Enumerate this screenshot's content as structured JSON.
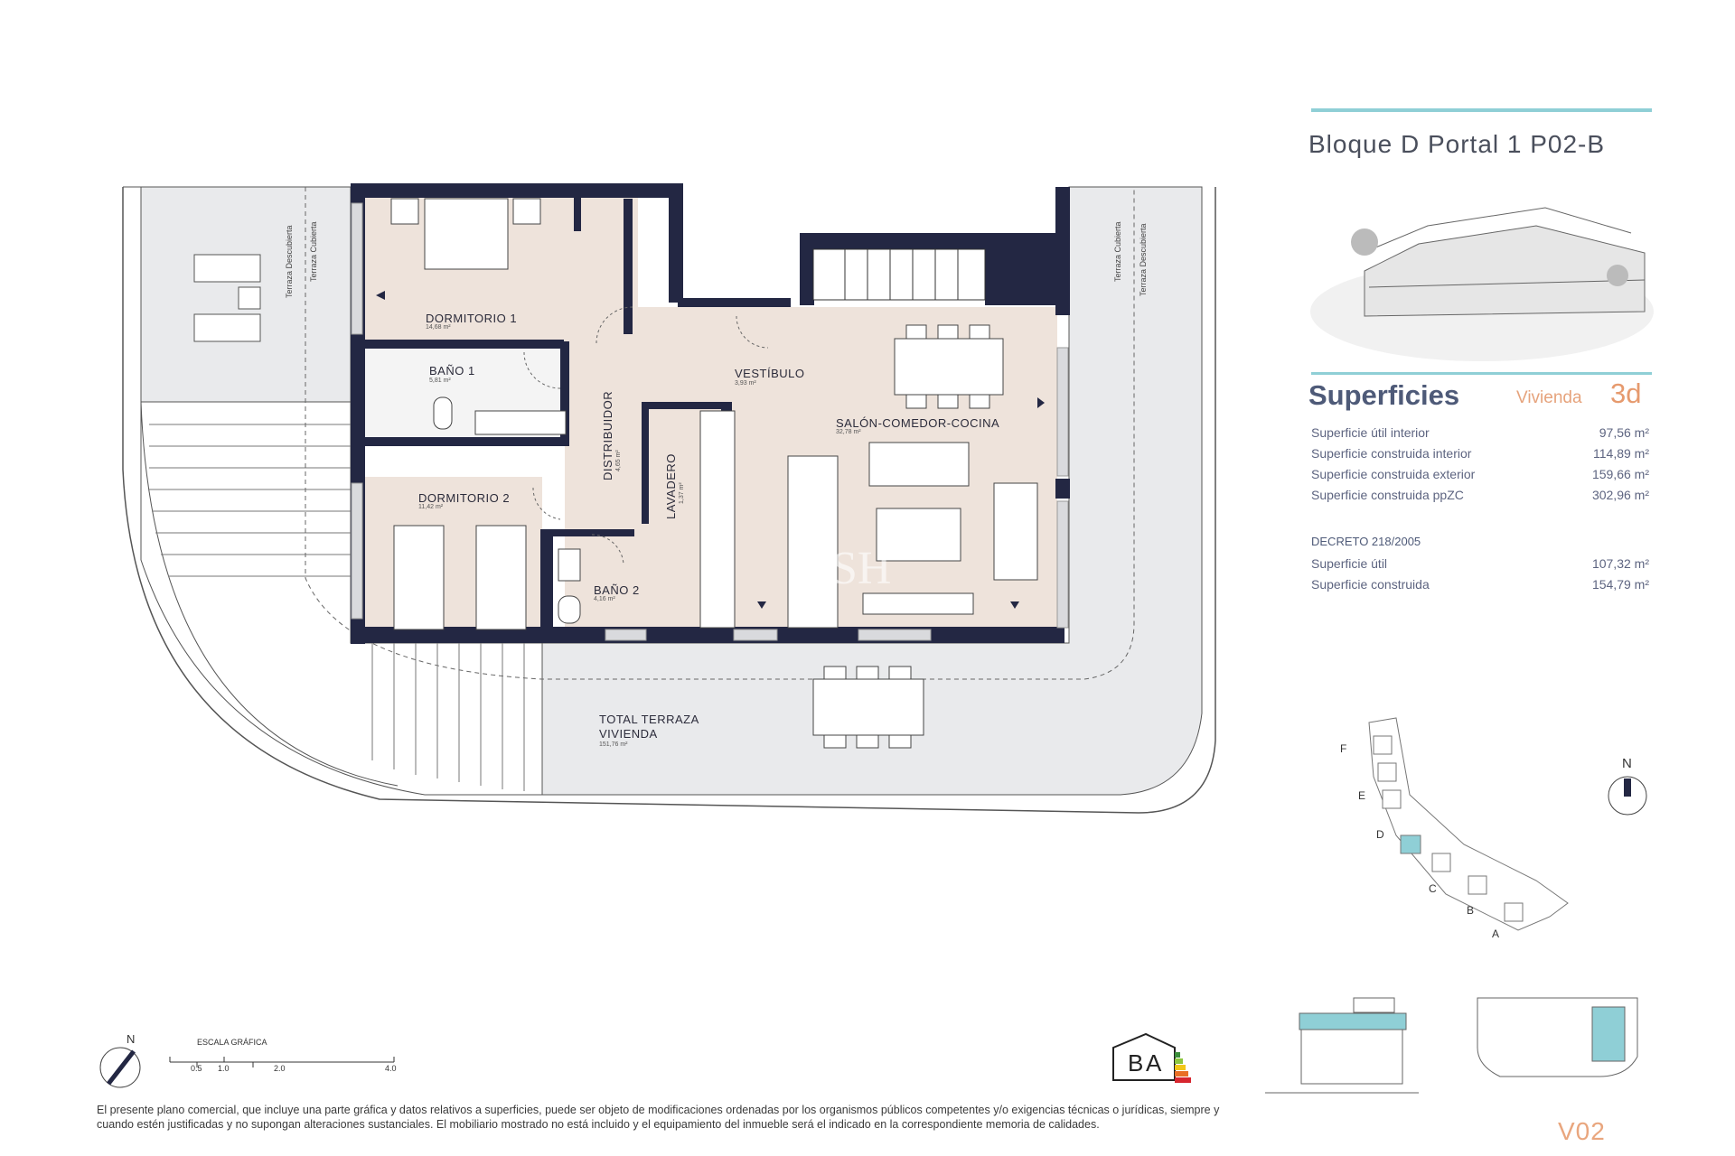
{
  "header": {
    "title": "Bloque D Portal 1 P02-B"
  },
  "superficies": {
    "title": "Superficies",
    "vivienda_label": "Vivienda",
    "vivienda_number": "3d",
    "rows": [
      {
        "label": "Superficie útil interior",
        "value": "97,56 m²"
      },
      {
        "label": "Superficie construida interior",
        "value": "114,89 m²"
      },
      {
        "label": "Superficie construida exterior",
        "value": "159,66 m²"
      },
      {
        "label": "Superficie construida ppZC",
        "value": "302,96 m²"
      }
    ],
    "decreto_title": "DECRETO 218/2005",
    "decreto_rows": [
      {
        "label": "Superficie útil",
        "value": "107,32 m²"
      },
      {
        "label": "Superficie construida",
        "value": "154,79 m²"
      }
    ]
  },
  "rooms": {
    "dormitorio1": {
      "name": "DORMITORIO 1",
      "area": "14,68 m²"
    },
    "bano1": {
      "name": "BAÑO 1",
      "area": "5,81 m²"
    },
    "vestibulo": {
      "name": "VESTÍBULO",
      "area": "3,93 m²"
    },
    "salon": {
      "name": "SALÓN-COMEDOR-COCINA",
      "area": "32,78 m²"
    },
    "distribuidor": {
      "name": "DISTRIBUIDOR",
      "area": "4,65 m²"
    },
    "lavadero": {
      "name": "LAVADERO",
      "area": "1,37 m²"
    },
    "dormitorio2": {
      "name": "DORMITORIO 2",
      "area": "11,42 m²"
    },
    "bano2": {
      "name": "BAÑO 2",
      "area": "4,16 m²"
    },
    "terraza_line1": "TOTAL  TERRAZA",
    "terraza_line2": "VIVIENDA",
    "terraza_area": "151,76 m²"
  },
  "terrace_tags": {
    "descubierta": "Terraza Descubierta",
    "cubierta": "Terraza Cubierta"
  },
  "scale": {
    "label": "ESCALA GRÁFICA",
    "ticks": [
      "0.5",
      "1.0",
      "2.0",
      "4.0"
    ]
  },
  "north": "N",
  "site_map_letters": [
    "F",
    "E",
    "D",
    "C",
    "B",
    "A"
  ],
  "energy_rating": {
    "left": "B",
    "right": "A"
  },
  "disclaimer": "El presente plano comercial, que incluye una parte gráfica y datos relativos a superficies, puede ser objeto de modificaciones ordenadas por los organismos públicos competentes y/o exigencias técnicas o jurídicas, siempre y cuando estén justificadas y no supongan alteraciones sustanciales. El mobiliario mostrado no está incluido y el equipamiento del inmueble será el indicado en la correspondiente memoria de calidades.",
  "version": "V02",
  "watermark": "SH",
  "colors": {
    "wall": "#232743",
    "room_fill": "#eee3db",
    "terrace_fill": "#e9eaec",
    "accent_teal": "#8fcfd6",
    "accent_orange": "#e69a6e",
    "title_blue": "#4e5a78"
  }
}
